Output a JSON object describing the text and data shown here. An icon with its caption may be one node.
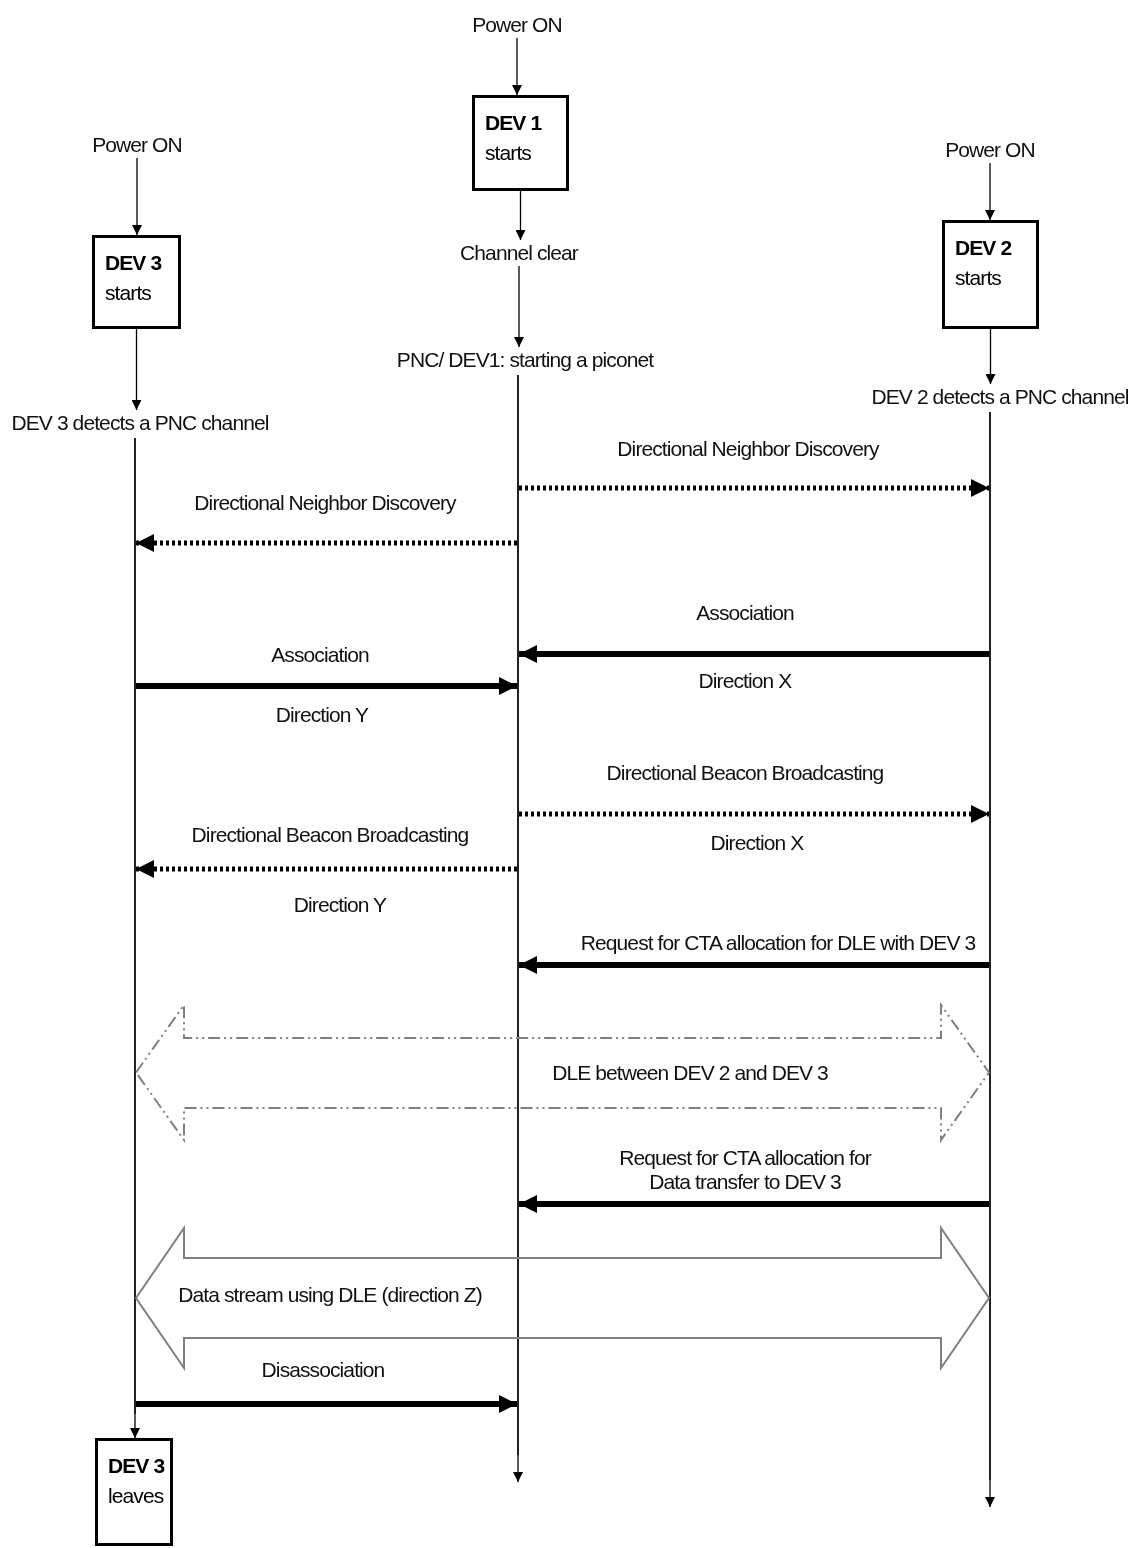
{
  "diagram": {
    "nodes": [
      {
        "text": [
          "Power ON"
        ]
      },
      {
        "text": [
          "DEV 1",
          "starts"
        ]
      },
      {
        "text": [
          "Channel clear"
        ]
      },
      {
        "text": [
          "PNC/ DEV1: starting a piconet"
        ]
      },
      {
        "text": [
          "Power ON"
        ]
      },
      {
        "text": [
          "DEV 3",
          "starts"
        ]
      },
      {
        "text": [
          "DEV 3 detects a PNC channel"
        ]
      },
      {
        "text": [
          "Power ON"
        ]
      },
      {
        "text": [
          "DEV 2",
          "starts"
        ]
      },
      {
        "text": [
          "DEV 2 detects a PNC channel"
        ]
      },
      {
        "text": [
          "DEV 3",
          "leaves"
        ]
      },
      {
        "text": [],
        "shape": "line"
      },
      {
        "text": [],
        "shape": "line"
      },
      {
        "text": [],
        "shape": "line"
      }
    ],
    "edges": [
      {
        "from": 0,
        "to": 1,
        "arrow": "to"
      },
      {
        "from": 1,
        "to": 2,
        "arrow": "to"
      },
      {
        "from": 2,
        "to": 3,
        "arrow": "to"
      },
      {
        "from": 4,
        "to": 5,
        "arrow": "to"
      },
      {
        "from": 5,
        "to": 6,
        "arrow": "to"
      },
      {
        "from": 7,
        "to": 8,
        "arrow": "to"
      },
      {
        "from": 8,
        "to": 9,
        "arrow": "to"
      },
      {
        "from": 12,
        "to": null,
        "arrow": "to"
      },
      {
        "from": 13,
        "to": null,
        "arrow": "to"
      },
      {
        "from": 11,
        "to": 10,
        "arrow": "to"
      },
      {
        "from": 12,
        "to": 13,
        "arrow": "to",
        "label": "Directional Neighbor Discovery",
        "style": "dashed"
      },
      {
        "from": 12,
        "to": 11,
        "arrow": "to",
        "label": "Directional Neighbor Discovery",
        "style": "dashed"
      },
      {
        "from": 13,
        "to": 12,
        "arrow": "to",
        "label": "Association",
        "style": "thick"
      },
      {
        "from": 11,
        "to": 12,
        "arrow": "to",
        "label": "Association",
        "style": "thick"
      },
      {
        "from": 12,
        "to": 13,
        "arrow": "to",
        "label": "Directional Beacon Broadcasting",
        "style": "dashed"
      },
      {
        "from": 12,
        "to": 11,
        "arrow": "to",
        "label": "Directional Beacon Broadcasting",
        "style": "dashed"
      },
      {
        "from": 13,
        "to": 12,
        "arrow": "to",
        "label": "Request for CTA allocation for DLE with DEV 3",
        "style": "thick"
      },
      {
        "from": 13,
        "to": 11,
        "arrow": "both",
        "label": "DLE between DEV 2 and DEV 3",
        "style": "dashed",
        "color": "#808080"
      },
      {
        "from": 13,
        "to": 12,
        "arrow": "to",
        "label": "Request for CTA allocation for Data transfer to DEV 3",
        "style": "thick"
      },
      {
        "from": 11,
        "to": 13,
        "arrow": "both",
        "label": "Data stream using DLE (direction  Z)",
        "color": "#808080"
      },
      {
        "from": 11,
        "to": 12,
        "arrow": "to",
        "label": "Disassociation",
        "style": "thick"
      }
    ],
    "labels": [
      "Direction X",
      "Direction Y",
      "Direction X",
      "Direction Y"
    ]
  }
}
